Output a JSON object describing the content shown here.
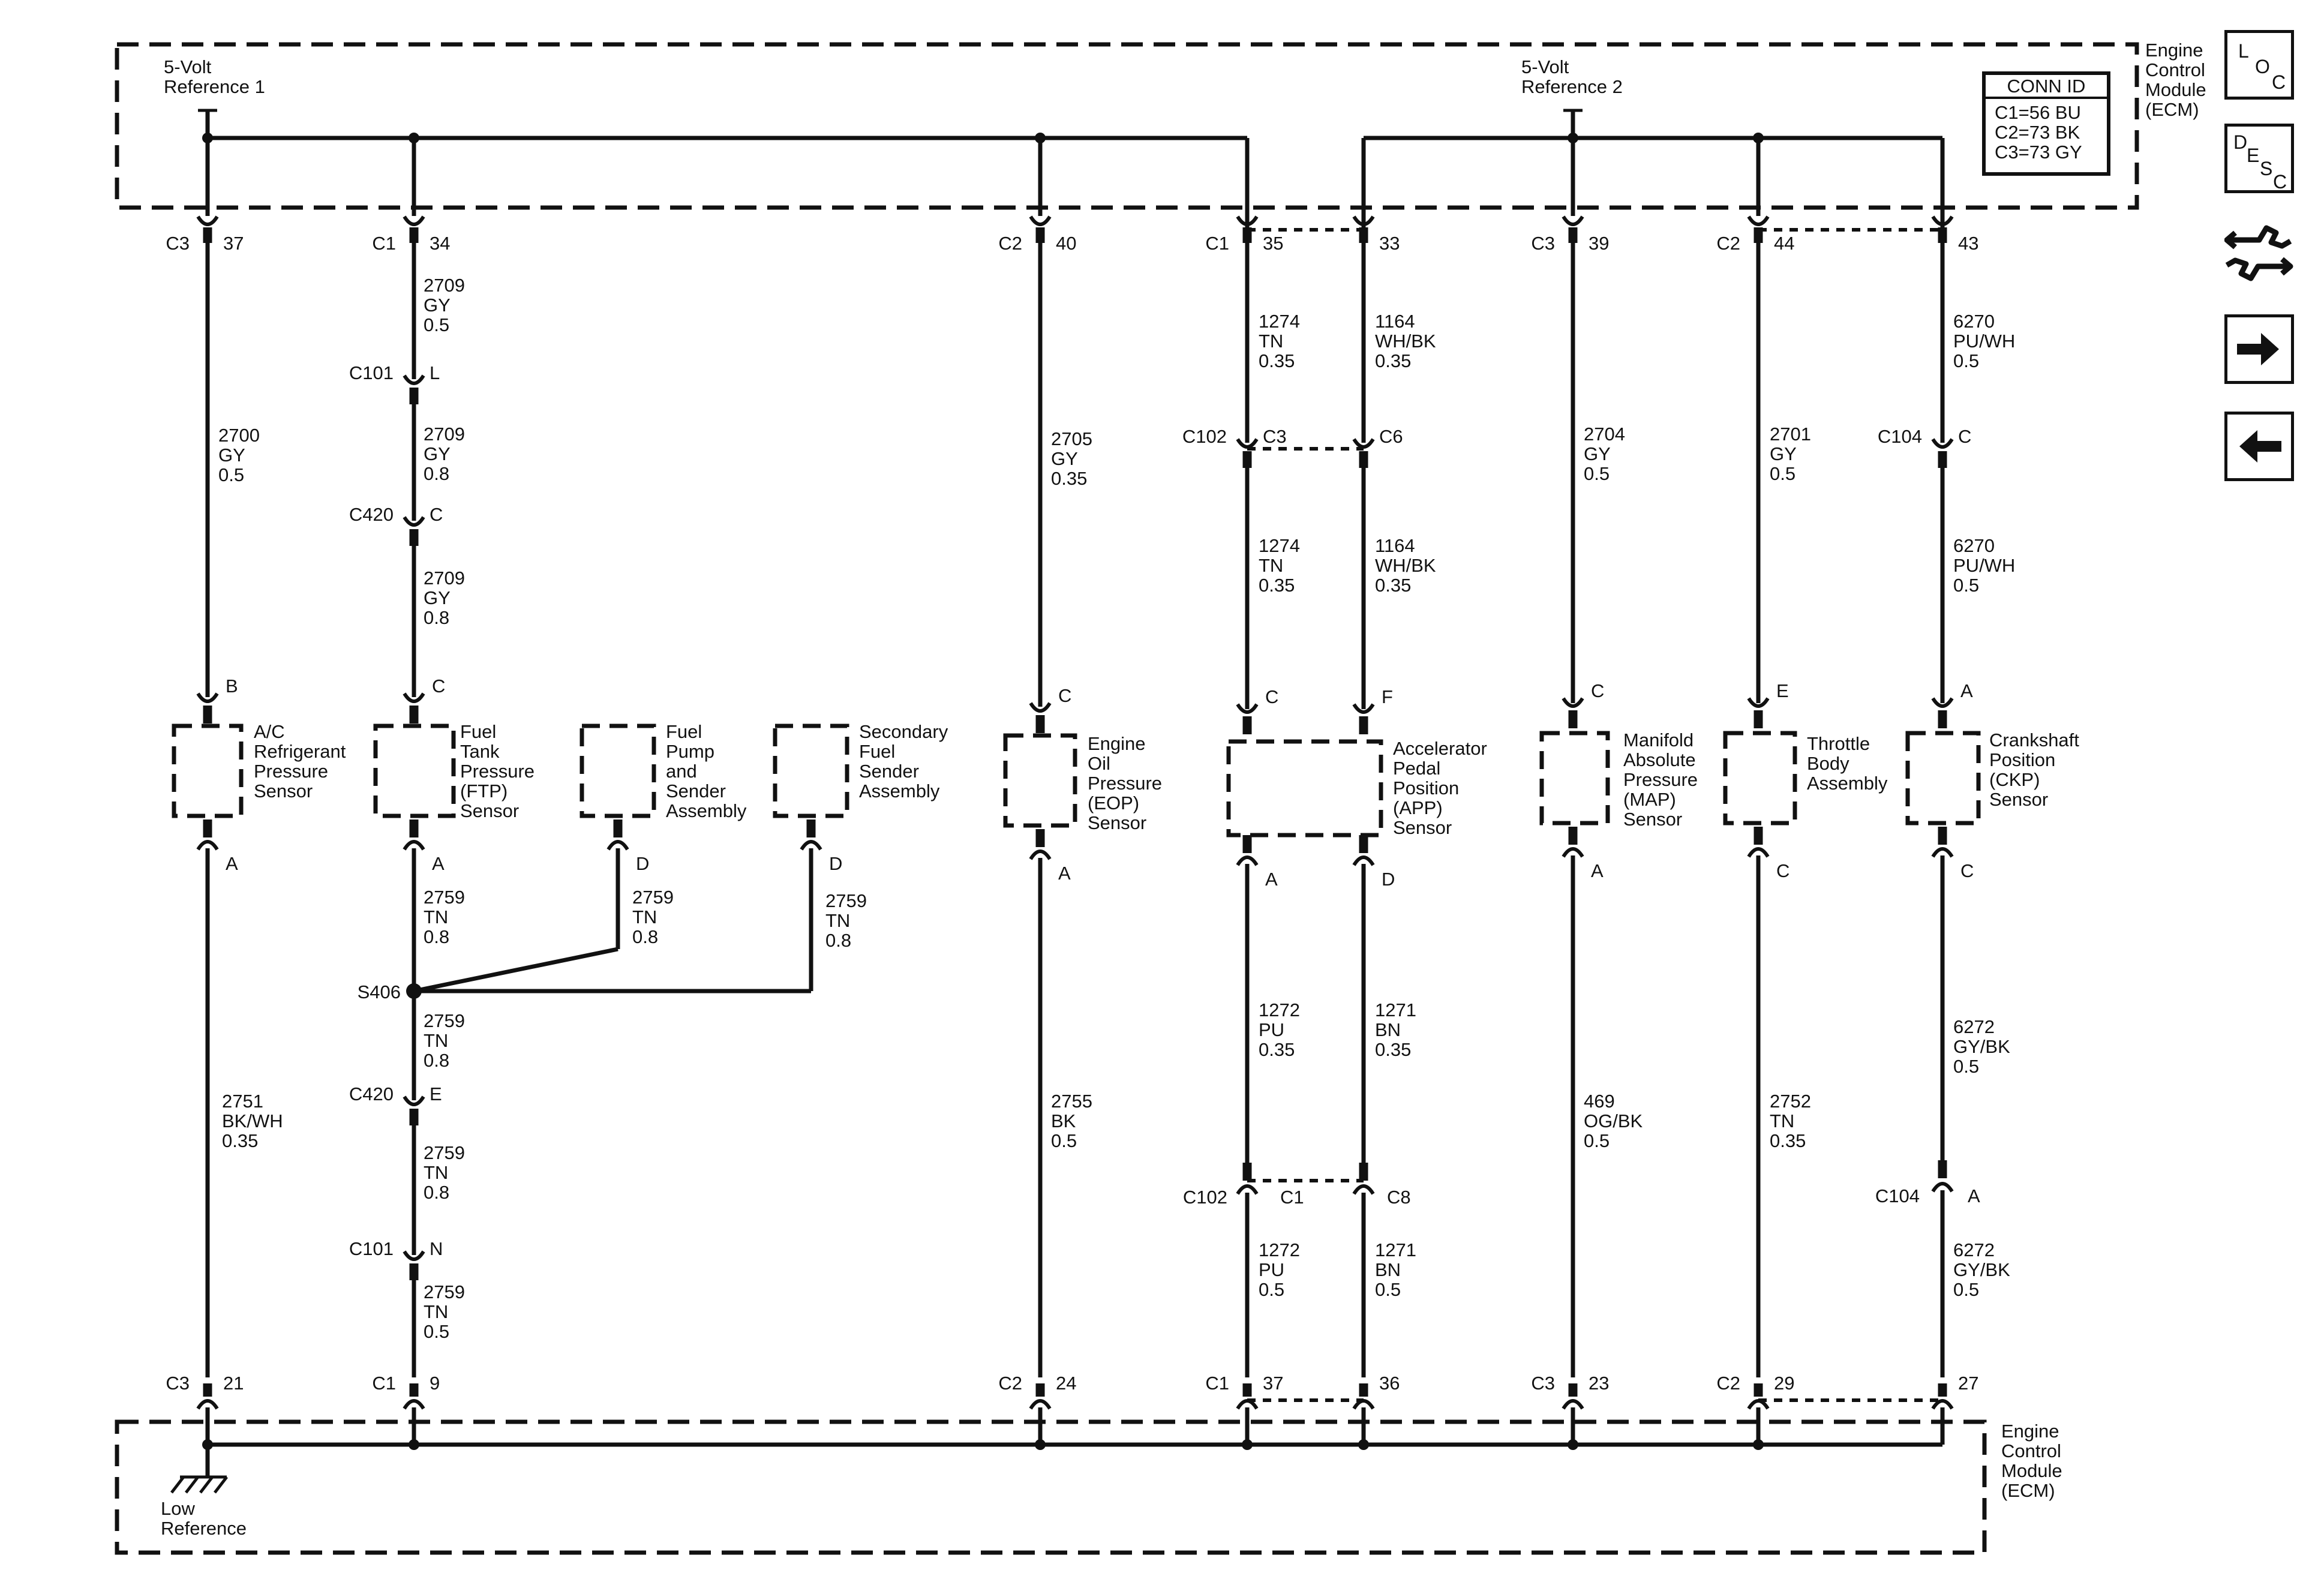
{
  "ecm": {
    "top_label": [
      "Engine",
      "Control",
      "Module",
      "(ECM)"
    ],
    "bottom_label": [
      "Engine",
      "Control",
      "Module",
      "(ECM)"
    ]
  },
  "references": {
    "ref1": [
      "5-Volt",
      "Reference 1"
    ],
    "ref2": [
      "5-Volt",
      "Reference 2"
    ],
    "low": [
      "Low",
      "Reference"
    ]
  },
  "conn_id": {
    "title": "CONN ID",
    "lines": [
      "C1=56 BU",
      "C2=73 BK",
      "C3=73 GY"
    ]
  },
  "nav": {
    "loc": [
      "L",
      "O",
      "C"
    ],
    "desc": [
      "D",
      "E",
      "S",
      "C"
    ]
  },
  "pins": {
    "top": [
      {
        "conn": "C3",
        "pin": "37"
      },
      {
        "conn": "C1",
        "pin": "34"
      },
      {
        "conn": "C2",
        "pin": "40"
      },
      {
        "conn": "C1",
        "pin": "35"
      },
      {
        "conn": "",
        "pin": "33"
      },
      {
        "conn": "C3",
        "pin": "39"
      },
      {
        "conn": "C2",
        "pin": "44"
      },
      {
        "conn": "",
        "pin": "43"
      }
    ],
    "bottom": [
      {
        "conn": "C3",
        "pin": "21"
      },
      {
        "conn": "C1",
        "pin": "9"
      },
      {
        "conn": "C2",
        "pin": "24"
      },
      {
        "conn": "C1",
        "pin": "37"
      },
      {
        "conn": "",
        "pin": "36"
      },
      {
        "conn": "C3",
        "pin": "23"
      },
      {
        "conn": "C2",
        "pin": "29"
      },
      {
        "conn": "",
        "pin": "27"
      }
    ]
  },
  "wires": [
    [
      "2700",
      "GY",
      "0.5"
    ],
    [
      "2709",
      "GY",
      "0.5"
    ],
    [
      "2709",
      "GY",
      "0.8"
    ],
    [
      "2709",
      "GY",
      "0.8"
    ],
    [
      "2759",
      "TN",
      "0.8"
    ],
    [
      "2759",
      "TN",
      "0.8"
    ],
    [
      "2759",
      "TN",
      "0.8"
    ],
    [
      "2759",
      "TN",
      "0.8"
    ],
    [
      "2759",
      "TN",
      "0.8"
    ],
    [
      "2759",
      "TN",
      "0.5"
    ],
    [
      "2751",
      "BK/WH",
      "0.35"
    ],
    [
      "2705",
      "GY",
      "0.35"
    ],
    [
      "2755",
      "BK",
      "0.5"
    ],
    [
      "1274",
      "TN",
      "0.35"
    ],
    [
      "1164",
      "WH/BK",
      "0.35"
    ],
    [
      "1274",
      "TN",
      "0.35"
    ],
    [
      "1164",
      "WH/BK",
      "0.35"
    ],
    [
      "1272",
      "PU",
      "0.35"
    ],
    [
      "1271",
      "BN",
      "0.35"
    ],
    [
      "1272",
      "PU",
      "0.5"
    ],
    [
      "1271",
      "BN",
      "0.5"
    ],
    [
      "2704",
      "GY",
      "0.5"
    ],
    [
      "469",
      "OG/BK",
      "0.5"
    ],
    [
      "2701",
      "GY",
      "0.5"
    ],
    [
      "2752",
      "TN",
      "0.35"
    ],
    [
      "6270",
      "PU/WH",
      "0.5"
    ],
    [
      "6270",
      "PU/WH",
      "0.5"
    ],
    [
      "6272",
      "GY/BK",
      "0.5"
    ],
    [
      "6272",
      "GY/BK",
      "0.5"
    ]
  ],
  "inline_connectors": [
    {
      "conn": "C101",
      "pin": "L"
    },
    {
      "conn": "C420",
      "pin": "C"
    },
    {
      "conn": "C420",
      "pin": "E"
    },
    {
      "conn": "C101",
      "pin": "N"
    },
    {
      "conn": "C102",
      "pin": "C3"
    },
    {
      "conn": "",
      "pin": "C6"
    },
    {
      "conn": "C102",
      "pin": "C1"
    },
    {
      "conn": "",
      "pin": "C8"
    },
    {
      "conn": "C104",
      "pin": "C"
    },
    {
      "conn": "C104",
      "pin": "A"
    }
  ],
  "splice": "S406",
  "components": [
    {
      "name": [
        "A/C",
        "Refrigerant",
        "Pressure",
        "Sensor"
      ],
      "pins": [
        "B",
        "A"
      ]
    },
    {
      "name": [
        "Fuel",
        "Tank",
        "Pressure",
        "(FTP)",
        "Sensor"
      ],
      "pins": [
        "C",
        "A"
      ]
    },
    {
      "name": [
        "Fuel",
        "Pump",
        "and",
        "Sender",
        "Assembly"
      ],
      "pins": [
        "D"
      ]
    },
    {
      "name": [
        "Secondary",
        "Fuel",
        "Sender",
        "Assembly"
      ],
      "pins": [
        "D"
      ]
    },
    {
      "name": [
        "Engine",
        "Oil",
        "Pressure",
        "(EOP)",
        "Sensor"
      ],
      "pins": [
        "C",
        "A"
      ]
    },
    {
      "name": [
        "Accelerator",
        "Pedal",
        "Position",
        "(APP)",
        "Sensor"
      ],
      "pins": [
        "C",
        "F",
        "A",
        "D"
      ]
    },
    {
      "name": [
        "Manifold",
        "Absolute",
        "Pressure",
        "(MAP)",
        "Sensor"
      ],
      "pins": [
        "C",
        "A"
      ]
    },
    {
      "name": [
        "Throttle",
        "Body",
        "Assembly"
      ],
      "pins": [
        "E",
        "C"
      ]
    },
    {
      "name": [
        "Crankshaft",
        "Position",
        "(CKP)",
        "Sensor"
      ],
      "pins": [
        "A",
        "C"
      ]
    }
  ]
}
